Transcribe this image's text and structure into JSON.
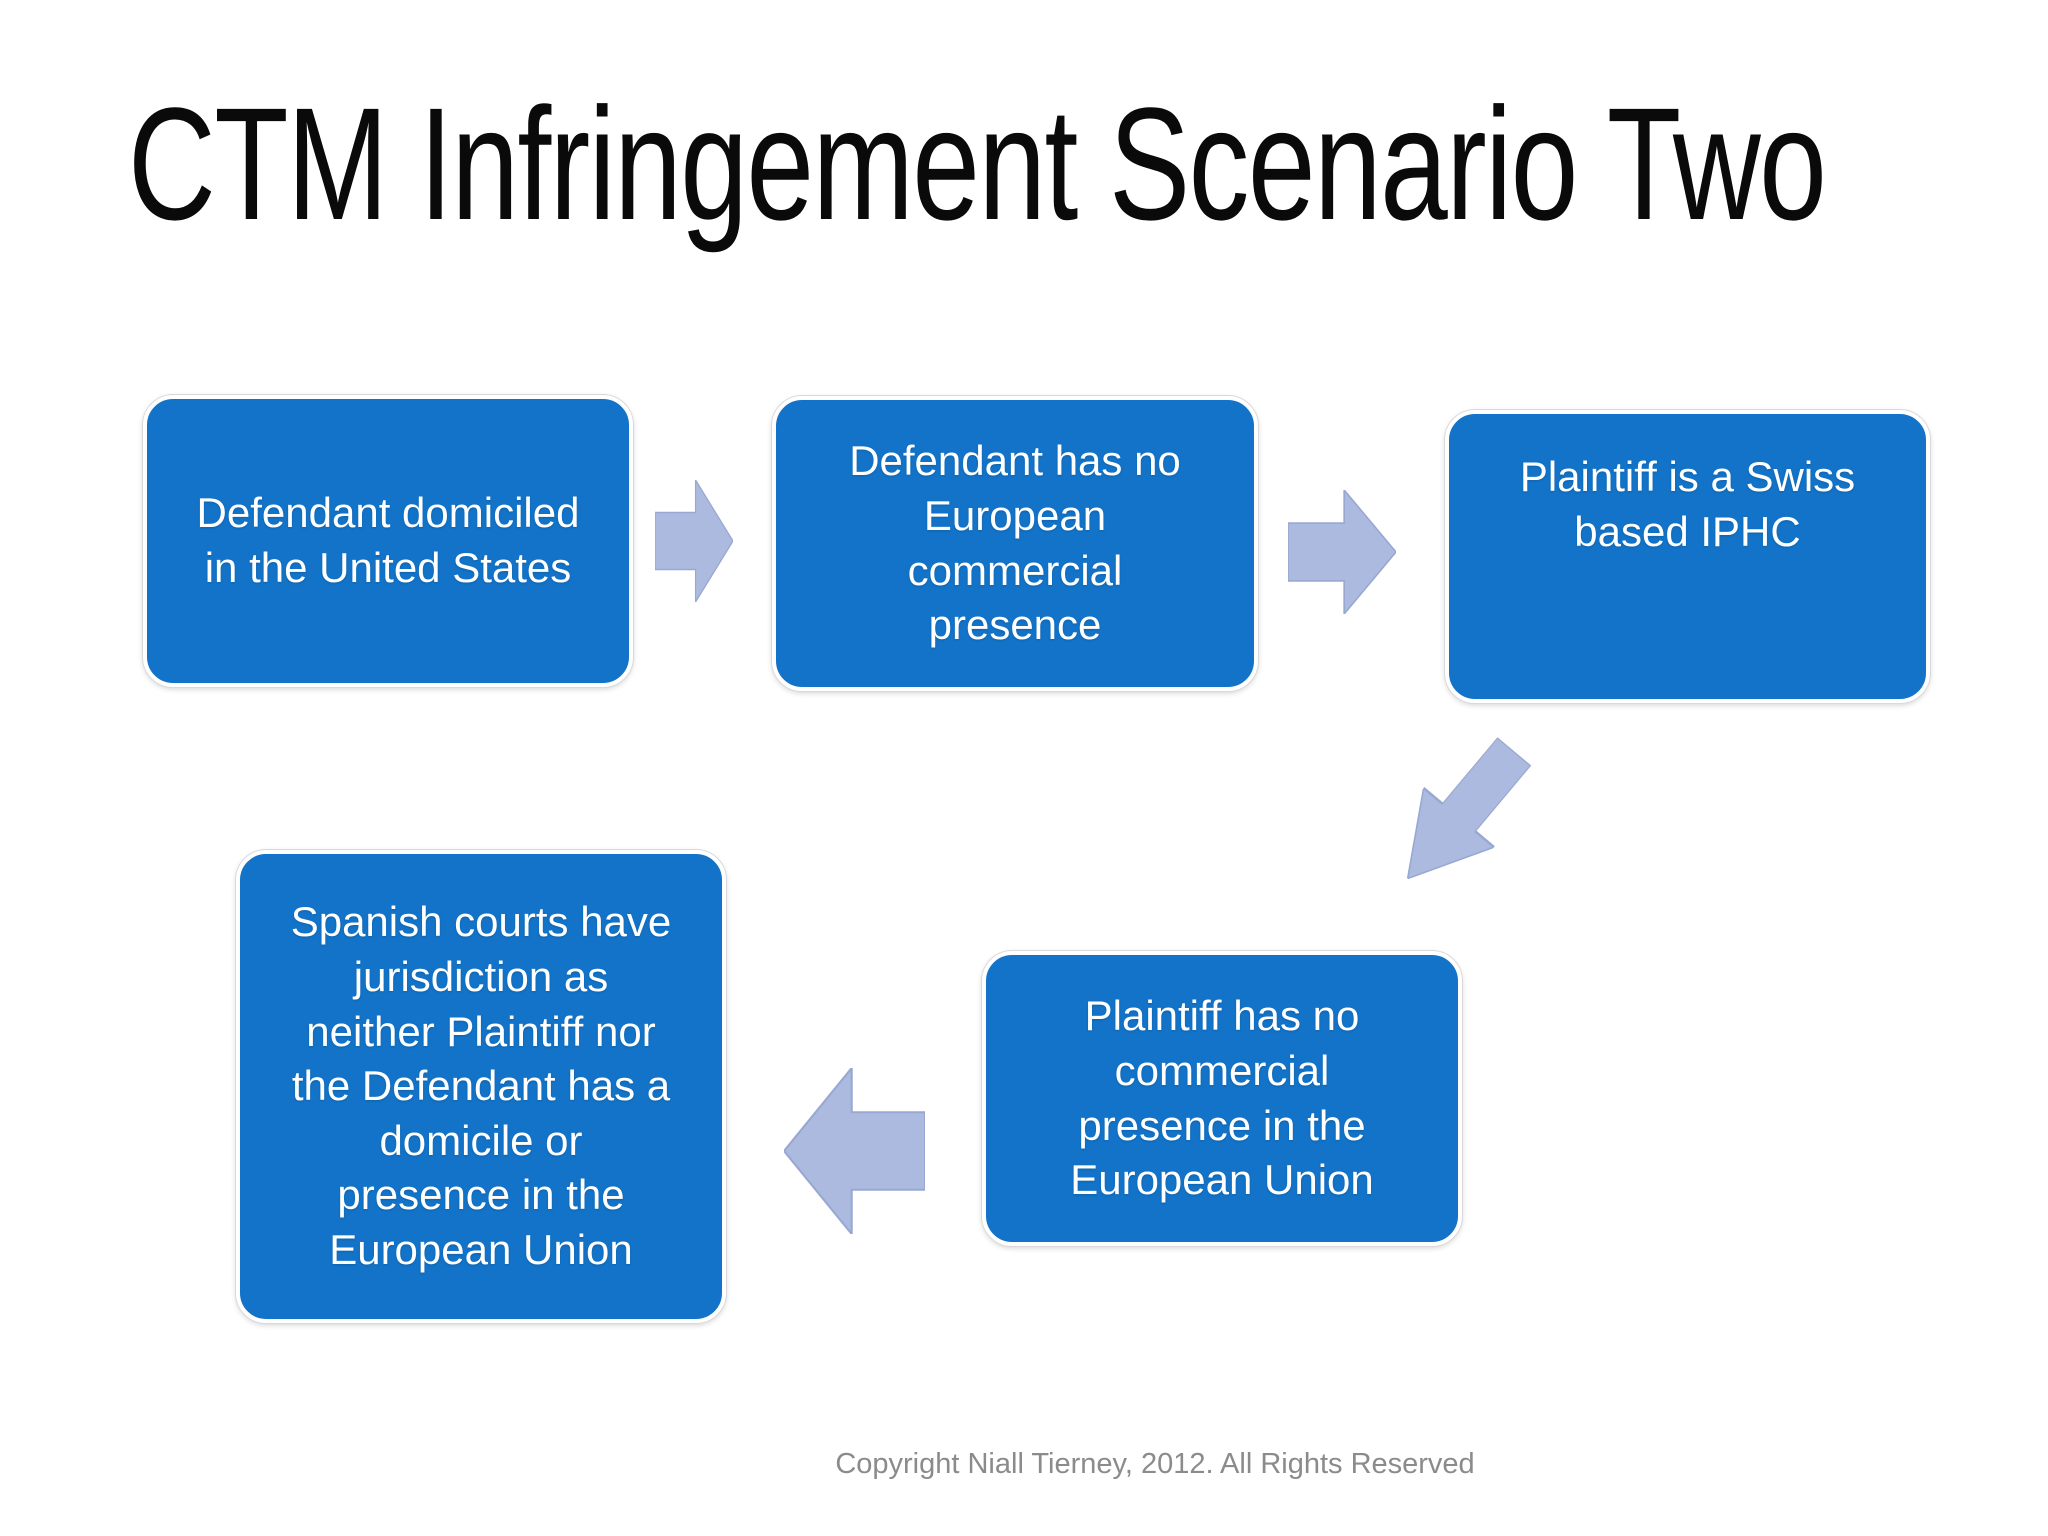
{
  "slide": {
    "title": "CTM Infringement Scenario Two",
    "footer": "Copyright Niall Tierney, 2012. All Rights Reserved",
    "colors": {
      "background": "#FFFFFF",
      "box_fill": "#1273C8",
      "box_border": "#FFFFFF",
      "box_text": "#FFFFFF",
      "arrow_fill": "#ACBADF",
      "arrow_edge": "#98A8D2",
      "title_color": "#0A0A0A",
      "footer_color": "#8B8B8B"
    },
    "boxes": [
      {
        "id": "defendant-domiciled-us",
        "text": "Defendant domiciled\nin the United States"
      },
      {
        "id": "defendant-no-eu-presence",
        "text": "Defendant has no\nEuropean\ncommercial\npresence"
      },
      {
        "id": "plaintiff-swiss-iphc",
        "text": "Plaintiff is a Swiss\nbased IPHC"
      },
      {
        "id": "spanish-courts-jurisdiction",
        "text": "Spanish courts have\njurisdiction as\nneither Plaintiff nor\nthe Defendant has a\ndomicile or\npresence in the\nEuropean Union"
      },
      {
        "id": "plaintiff-no-eu-presence",
        "text": "Plaintiff has no\ncommercial\npresence in the\nEuropean Union"
      }
    ],
    "arrows": [
      {
        "id": "arrow-1",
        "direction": "right"
      },
      {
        "id": "arrow-2",
        "direction": "right"
      },
      {
        "id": "arrow-3",
        "direction": "down-left"
      },
      {
        "id": "arrow-4",
        "direction": "left"
      }
    ]
  }
}
